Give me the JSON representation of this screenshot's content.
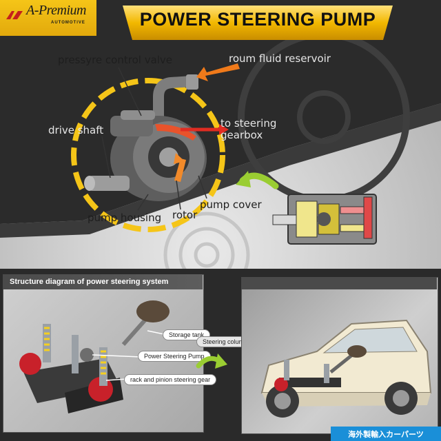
{
  "logo": {
    "brand": "A-Premium",
    "tagline": "AUTOMOTIVE"
  },
  "title": "POWER STEERING PUMP",
  "pump_labels": {
    "pressure_valve": "pressyre control valve",
    "reservoir": "roum  fluid reservoir",
    "gearbox": "to steering\ngearbox",
    "drive_shaft": "drive  shaft",
    "housing": "pump  housing",
    "rotor": "rotor",
    "cover": "pump  cover"
  },
  "structure_panel": {
    "title": "Structure diagram of power steering system",
    "labels": {
      "storage_tank": "Storage tank",
      "steering_column": "Steering column",
      "pump": "Power Steering Pump",
      "rack": "rack and pinion steering gear"
    }
  },
  "watermark": "海外製輸入カーパーツ",
  "colors": {
    "accent_yellow": "#f5c518",
    "arrow_orange": "#f07a1a",
    "arrow_green": "#9acd32",
    "badge_blue": "#1a8fd8"
  }
}
